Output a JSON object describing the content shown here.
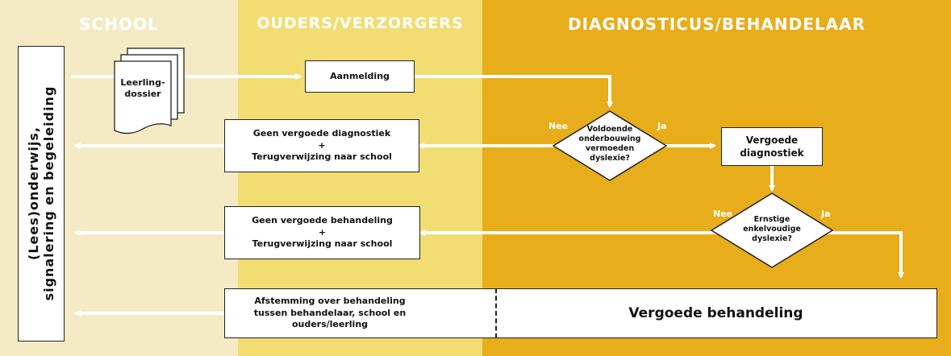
{
  "colors": {
    "school": "#f4ebc4",
    "ouders": "#f2dd72",
    "diagnosticus": "#e8ad1a",
    "arrow": "#ffffff",
    "border": "#222222"
  },
  "headers": {
    "school": "SCHOOL",
    "ouders": "OUDERS/VERZORGERS",
    "diagnosticus": "DIAGNOSTICUS/BEHANDELAAR"
  },
  "side_label": {
    "line1": "(Lees)onderwijs,",
    "line2": "signalering en begeleiding"
  },
  "document": "Leerling-\ndossier",
  "boxes": {
    "aanmelding": "Aanmelding",
    "geen_diagnostiek": "Geen vergoede diagnostiek\n+\nTerugverwijzing naar school",
    "vergoede_diagnostiek": "Vergoede\ndiagnostiek",
    "geen_behandeling": "Geen vergoede behandeling\n+\nTerugverwijzing naar school",
    "afstemming": "Afstemming over behandeling\ntussen behandelaar, school en\nouders/leerling",
    "vergoede_behandeling": "Vergoede behandeling"
  },
  "decisions": {
    "d1": {
      "text": "Voldoende\nonderbouwing\nvermoeden\ndyslexie?",
      "no": "Nee",
      "yes": "Ja"
    },
    "d2": {
      "text": "Ernstige\nenkelvoudige\ndyslexie?",
      "no": "Nee",
      "yes": "Ja"
    }
  }
}
